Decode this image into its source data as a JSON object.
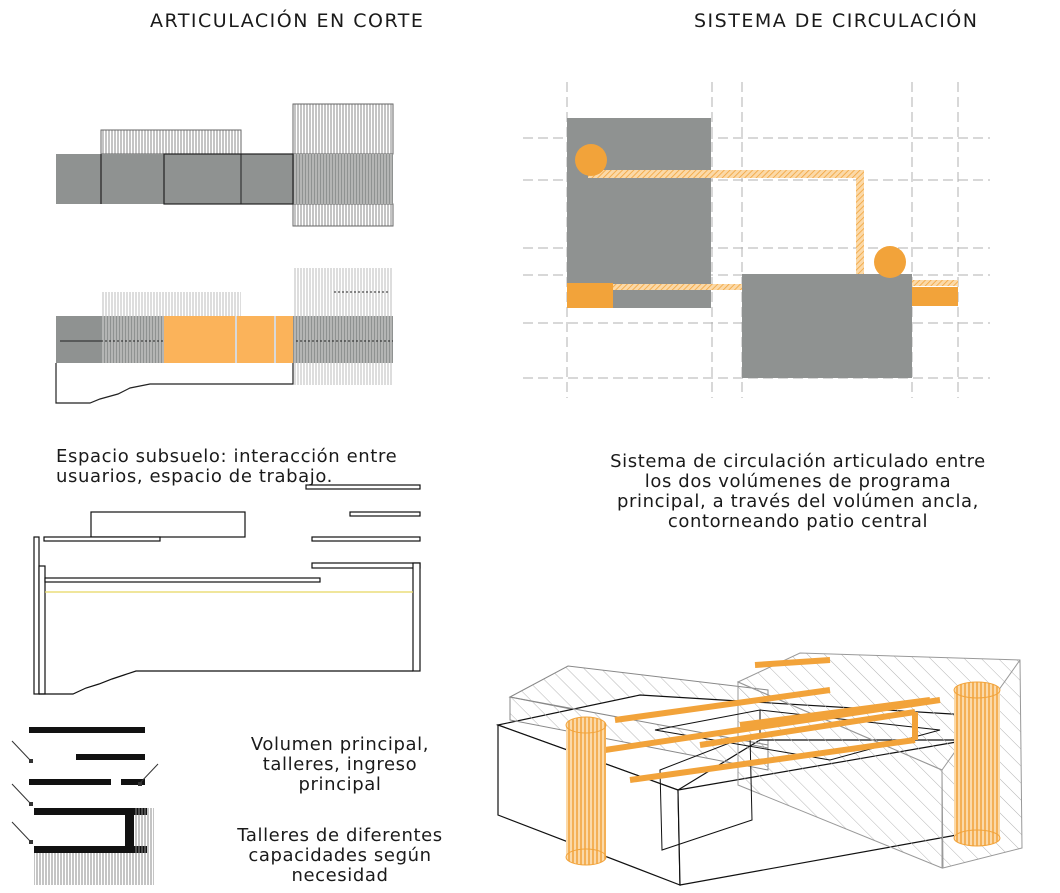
{
  "titles": {
    "left": "ARTICULACIÓN EN CORTE",
    "right": "SISTEMA DE CIRCULACIÓN"
  },
  "captions": {
    "subsuelo": [
      "Espacio subsuelo: interacción entre",
      "usuarios, espacio de trabajo."
    ],
    "circulacion": [
      "Sistema de circulación articulado entre",
      "los dos volúmenes de programa",
      "principal, a través del volúmen ancla,",
      "contorneando patio central"
    ],
    "volumen": [
      "Volumen principal,",
      "talleres, ingreso",
      "principal"
    ],
    "talleres": [
      "Talleres de diferentes",
      "capacidades según",
      "necesidad"
    ]
  },
  "colors": {
    "gray": "#8f9291",
    "orange": "#f2a33a",
    "light_orange": "#fbb35a",
    "hatch_gray": "#9a9a9a",
    "grid": "#aaaaaa"
  }
}
